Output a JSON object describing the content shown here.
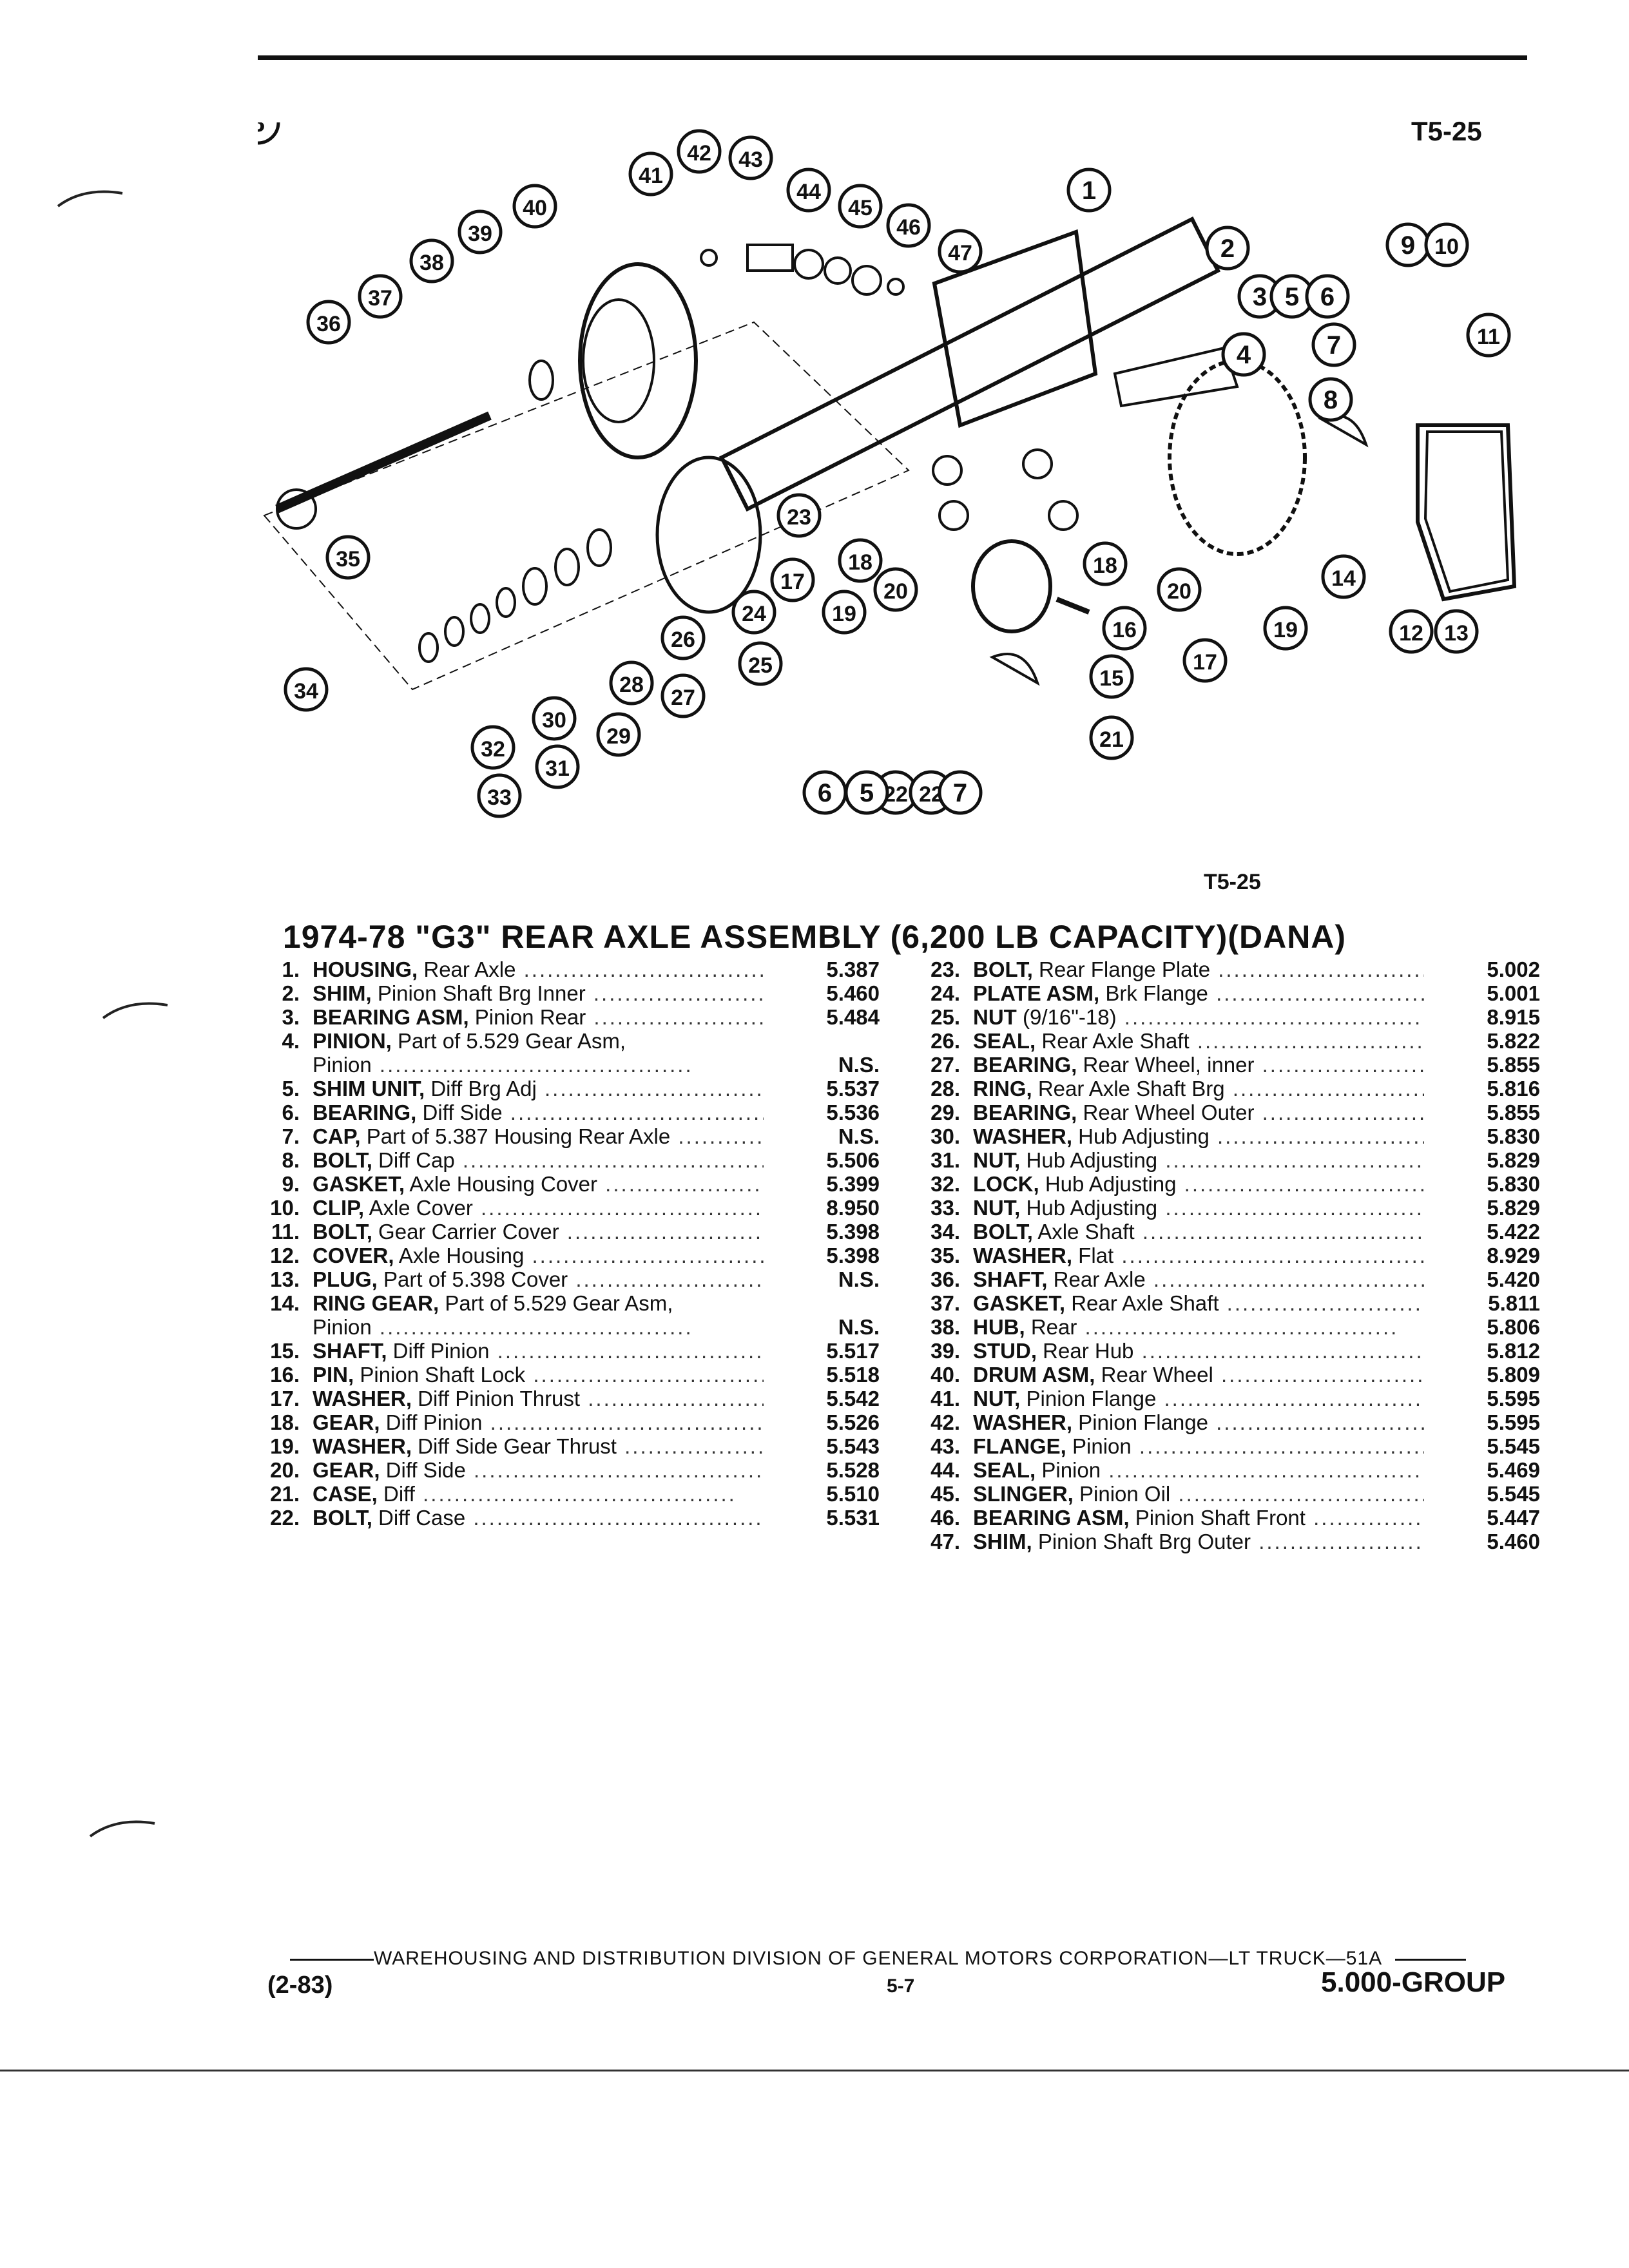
{
  "header": {
    "code_top": "T5-25",
    "code_bottom": "T5-25"
  },
  "title": "1974-78 \"G3\" REAR AXLE ASSEMBLY (6,200 LB CAPACITY)(DANA)",
  "parts_left": [
    {
      "num": "1.",
      "name": "HOUSING,",
      "desc": "Rear Axle",
      "group": "5.387"
    },
    {
      "num": "2.",
      "name": "SHIM,",
      "desc": "Pinion Shaft Brg Inner",
      "group": "5.460"
    },
    {
      "num": "3.",
      "name": "BEARING ASM,",
      "desc": "Pinion Rear",
      "group": "5.484"
    },
    {
      "num": "4.",
      "name": "PINION,",
      "desc": "Part of 5.529 Gear Asm,",
      "group": ""
    },
    {
      "num": "",
      "name": "",
      "desc": "Pinion",
      "group": "N.S."
    },
    {
      "num": "5.",
      "name": "SHIM UNIT,",
      "desc": "Diff Brg Adj",
      "group": "5.537"
    },
    {
      "num": "6.",
      "name": "BEARING,",
      "desc": "Diff Side",
      "group": "5.536"
    },
    {
      "num": "7.",
      "name": "CAP,",
      "desc": "Part of 5.387 Housing Rear Axle",
      "group": "N.S."
    },
    {
      "num": "8.",
      "name": "BOLT,",
      "desc": "Diff Cap",
      "group": "5.506"
    },
    {
      "num": "9.",
      "name": "GASKET,",
      "desc": "Axle Housing Cover",
      "group": "5.399"
    },
    {
      "num": "10.",
      "name": "CLIP,",
      "desc": "Axle Cover",
      "group": "8.950"
    },
    {
      "num": "11.",
      "name": "BOLT,",
      "desc": "Gear Carrier Cover",
      "group": "5.398"
    },
    {
      "num": "12.",
      "name": "COVER,",
      "desc": "Axle Housing",
      "group": "5.398"
    },
    {
      "num": "13.",
      "name": "PLUG,",
      "desc": "Part of 5.398 Cover",
      "group": "N.S."
    },
    {
      "num": "14.",
      "name": "RING GEAR,",
      "desc": "Part of 5.529 Gear Asm,",
      "group": ""
    },
    {
      "num": "",
      "name": "",
      "desc": "Pinion",
      "group": "N.S."
    },
    {
      "num": "15.",
      "name": "SHAFT,",
      "desc": "Diff Pinion",
      "group": "5.517"
    },
    {
      "num": "16.",
      "name": "PIN,",
      "desc": "Pinion Shaft Lock",
      "group": "5.518"
    },
    {
      "num": "17.",
      "name": "WASHER,",
      "desc": "Diff Pinion Thrust",
      "group": "5.542"
    },
    {
      "num": "18.",
      "name": "GEAR,",
      "desc": "Diff Pinion",
      "group": "5.526"
    },
    {
      "num": "19.",
      "name": "WASHER,",
      "desc": "Diff Side Gear Thrust",
      "group": "5.543"
    },
    {
      "num": "20.",
      "name": "GEAR,",
      "desc": "Diff Side",
      "group": "5.528"
    },
    {
      "num": "21.",
      "name": "CASE,",
      "desc": "Diff",
      "group": "5.510"
    },
    {
      "num": "22.",
      "name": "BOLT,",
      "desc": "Diff Case",
      "group": "5.531"
    }
  ],
  "parts_right": [
    {
      "num": "23.",
      "name": "BOLT,",
      "desc": "Rear Flange Plate",
      "group": "5.002"
    },
    {
      "num": "24.",
      "name": "PLATE ASM,",
      "desc": "Brk Flange",
      "group": "5.001"
    },
    {
      "num": "25.",
      "name": "NUT",
      "desc": "(9/16\"-18)",
      "group": "8.915"
    },
    {
      "num": "26.",
      "name": "SEAL,",
      "desc": "Rear Axle Shaft",
      "group": "5.822"
    },
    {
      "num": "27.",
      "name": "BEARING,",
      "desc": "Rear Wheel, inner",
      "group": "5.855"
    },
    {
      "num": "28.",
      "name": "RING,",
      "desc": "Rear Axle Shaft Brg",
      "group": "5.816"
    },
    {
      "num": "29.",
      "name": "BEARING,",
      "desc": "Rear Wheel Outer",
      "group": "5.855"
    },
    {
      "num": "30.",
      "name": "WASHER,",
      "desc": "Hub Adjusting",
      "group": "5.830"
    },
    {
      "num": "31.",
      "name": "NUT,",
      "desc": "Hub Adjusting",
      "group": "5.829"
    },
    {
      "num": "32.",
      "name": "LOCK,",
      "desc": "Hub Adjusting",
      "group": "5.830"
    },
    {
      "num": "33.",
      "name": "NUT,",
      "desc": "Hub Adjusting",
      "group": "5.829"
    },
    {
      "num": "34.",
      "name": "BOLT,",
      "desc": "Axle Shaft",
      "group": "5.422"
    },
    {
      "num": "35.",
      "name": "WASHER,",
      "desc": "Flat",
      "group": "8.929"
    },
    {
      "num": "36.",
      "name": "SHAFT,",
      "desc": "Rear Axle",
      "group": "5.420"
    },
    {
      "num": "37.",
      "name": "GASKET,",
      "desc": "Rear Axle Shaft",
      "group": "5.811"
    },
    {
      "num": "38.",
      "name": "HUB,",
      "desc": "Rear",
      "group": "5.806"
    },
    {
      "num": "39.",
      "name": "STUD,",
      "desc": "Rear Hub",
      "group": "5.812"
    },
    {
      "num": "40.",
      "name": "DRUM ASM,",
      "desc": "Rear Wheel",
      "group": "5.809"
    },
    {
      "num": "41.",
      "name": "NUT,",
      "desc": "Pinion Flange",
      "group": "5.595"
    },
    {
      "num": "42.",
      "name": "WASHER,",
      "desc": "Pinion Flange",
      "group": "5.595"
    },
    {
      "num": "43.",
      "name": "FLANGE,",
      "desc": "Pinion",
      "group": "5.545"
    },
    {
      "num": "44.",
      "name": "SEAL,",
      "desc": "Pinion",
      "group": "5.469"
    },
    {
      "num": "45.",
      "name": "SLINGER,",
      "desc": "Pinion Oil",
      "group": "5.545"
    },
    {
      "num": "46.",
      "name": "BEARING ASM,",
      "desc": "Pinion Shaft Front",
      "group": "5.447"
    },
    {
      "num": "47.",
      "name": "SHIM,",
      "desc": "Pinion Shaft Brg Outer",
      "group": "5.460"
    }
  ],
  "callouts": [
    "1",
    "2",
    "3",
    "4",
    "5",
    "6",
    "7",
    "8",
    "9",
    "10",
    "11",
    "12",
    "13",
    "14",
    "15",
    "16",
    "17",
    "18",
    "19",
    "20",
    "21",
    "22",
    "23",
    "24",
    "25",
    "26",
    "27",
    "28",
    "29",
    "30",
    "31",
    "32",
    "33",
    "34",
    "35",
    "36",
    "37",
    "38",
    "39",
    "40",
    "41",
    "42",
    "43",
    "44",
    "45",
    "46",
    "47",
    "17",
    "18",
    "19",
    "20",
    "6",
    "5",
    "22",
    "7",
    "8"
  ],
  "footer": {
    "line": "WAREHOUSING AND DISTRIBUTION DIVISION OF GENERAL MOTORS CORPORATION—LT TRUCK—51A",
    "date": "(2-83)",
    "page": "5-7",
    "group": "5.000-GROUP"
  }
}
